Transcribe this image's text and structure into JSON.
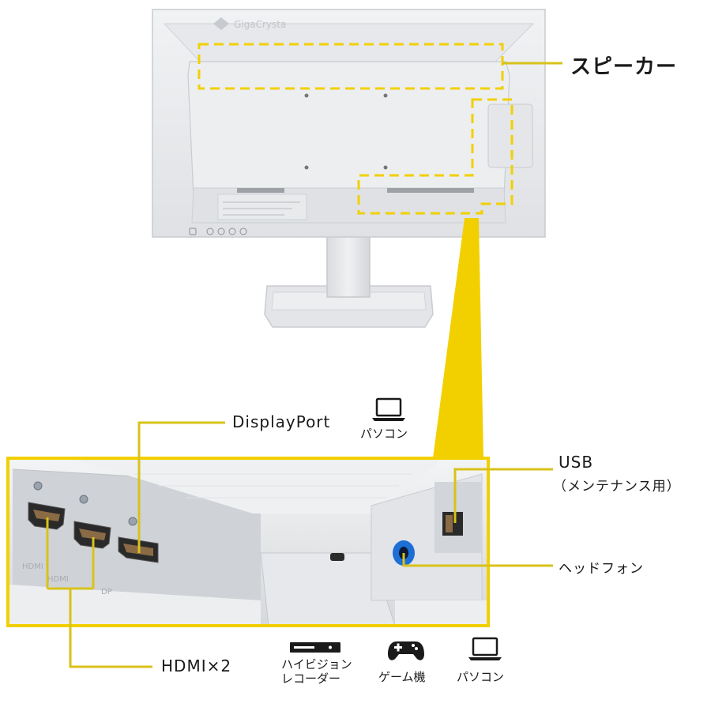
{
  "monitor": {
    "brand_logo_text": "GigaCrysta"
  },
  "labels": {
    "speaker": "スピーカー",
    "displayport": "DisplayPort",
    "hdmi": "HDMI×2",
    "usb_line1": "USB",
    "usb_line2": "（メンテナンス用）",
    "headphone": "ヘッドフォン"
  },
  "devices": {
    "dp_pc": "パソコン",
    "hdmi_recorder_line1": "ハイビジョン",
    "hdmi_recorder_line2": "レコーダー",
    "hdmi_game": "ゲーム機",
    "hdmi_pc": "パソコン"
  },
  "icons": {
    "laptop": "laptop-icon",
    "recorder": "recorder-icon",
    "gamepad": "gamepad-icon"
  },
  "colors": {
    "accent_yellow": "#f2d000",
    "callout_yellow": "#d8c21a",
    "monitor_white": "#e9eaec",
    "port_blue": "#1d6fd6"
  }
}
